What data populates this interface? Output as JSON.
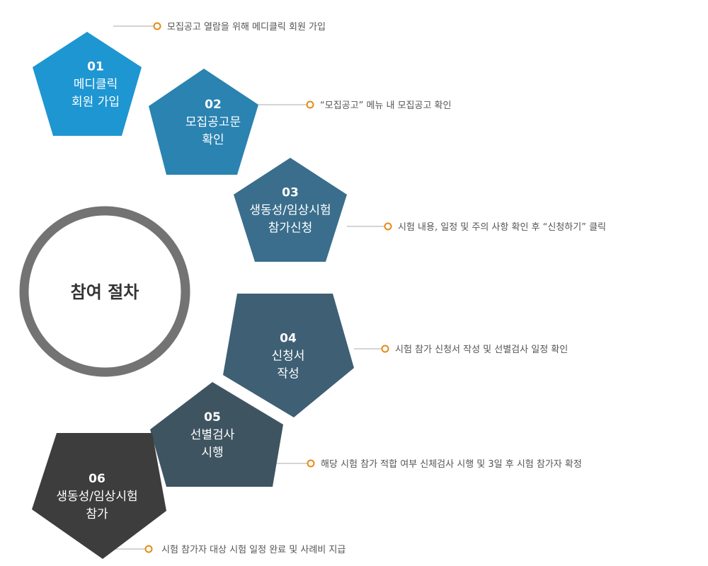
{
  "center": {
    "title": "참여 절차"
  },
  "steps": [
    {
      "number": "01",
      "label_lines": [
        "메디클릭",
        "회원 가입"
      ],
      "description": "모집공고 열람을 위해 메디클릭 회원 가입",
      "color": "#1e96d2"
    },
    {
      "number": "02",
      "label_lines": [
        "모집공고문",
        "확인"
      ],
      "description": "“모집공고” 메뉴 내 모집공고 확인",
      "color": "#2a83b1"
    },
    {
      "number": "03",
      "label_lines": [
        "생동성/임상시험",
        "참가신청"
      ],
      "description": "시험 내용, 일정 및 주의 사항 확인 후 “신청하기” 클릭",
      "color": "#3a6e8c"
    },
    {
      "number": "04",
      "label_lines": [
        "신청서",
        "작성"
      ],
      "description": "시험 참가 신청서 작성 및 선별검사 일정 확인",
      "color": "#3e5f74"
    },
    {
      "number": "05",
      "label_lines": [
        "선별검사",
        "시행"
      ],
      "description": "해당 시험 참가 적합 여부 신체검사 시행 및 3일 후 시험 참가자 확정",
      "color": "#3f5461"
    },
    {
      "number": "06",
      "label_lines": [
        "생동성/임상시험",
        "참가"
      ],
      "description": "시험 참가자 대상 시험 일정 완료 및 사례비 지급",
      "color": "#3d3d3d"
    }
  ],
  "colors": {
    "ring": "#737373",
    "connector": "#aaaaaa",
    "dot": "#e58a16"
  }
}
